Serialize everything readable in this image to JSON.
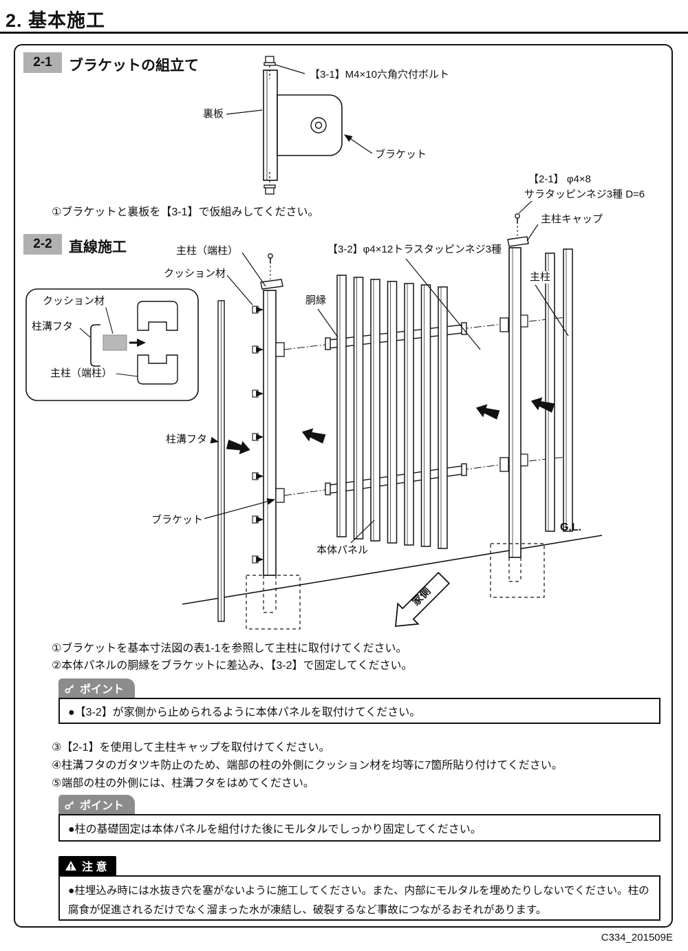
{
  "colors": {
    "section_badge_bg": "#b0b0b0",
    "point_tab_bg": "#8c8c8c",
    "caution_tab_bg": "#000000"
  },
  "doc": {
    "title": "2. 基本施工",
    "footer_code": "C334_201509E"
  },
  "s1": {
    "num": "2-1",
    "title": "ブラケットの組立て",
    "labels": {
      "bolt": "【3-1】M4×10六角穴付ボルト",
      "backplate": "裏板",
      "bracket": "ブラケット"
    },
    "steps": {
      "s1": "①ブラケットと裏板を【3-1】で仮組みしてください。"
    }
  },
  "s2": {
    "num": "2-2",
    "title": "直線施工",
    "labels": {
      "screw21_1": "【2-1】 φ4×8",
      "screw21_2": "サラタッピンネジ3種 D=6",
      "cap": "主柱キャップ",
      "end_post": "主柱（端柱）",
      "cushion": "クッション材",
      "screw32": "【3-2】φ4×12トラスタッピンネジ3種",
      "rail": "胴縁",
      "post": "主柱",
      "inset_cushion": "クッション材",
      "inset_groove_cover": "柱溝フタ",
      "inset_end_post": "主柱（端柱）",
      "groove_cover": "柱溝フタ",
      "bracket": "ブラケット",
      "panel": "本体パネル",
      "gl": "G.L.",
      "house_side": "家側"
    },
    "steps": {
      "s1": "①ブラケットを基本寸法図の表1-1を参照して主柱に取付けてください。",
      "s2": "②本体パネルの胴縁をブラケットに差込み、【3-2】で固定してください。",
      "s3": "③【2-1】を使用して主柱キャップを取付けてください。",
      "s4": "④柱溝フタのガタツキ防止のため、端部の柱の外側にクッション材を均等に7箇所貼り付けてください。",
      "s5": "⑤端部の柱の外側には、柱溝フタをはめてください。"
    },
    "point1": {
      "label": "ポイント",
      "text": "●【3-2】が家側から止められるように本体パネルを取付けてください。"
    },
    "point2": {
      "label": "ポイント",
      "text": "●柱の基礎固定は本体パネルを組付けた後にモルタルでしっかり固定してください。"
    },
    "caution": {
      "label": "注 意",
      "text": "●柱埋込み時には水抜き穴を塞がないように施工してください。また、内部にモルタルを埋めたりしないでください。柱の腐食が促進されるだけでなく溜まった水が凍結し、破裂するなど事故につながるおそれがあります。"
    }
  }
}
